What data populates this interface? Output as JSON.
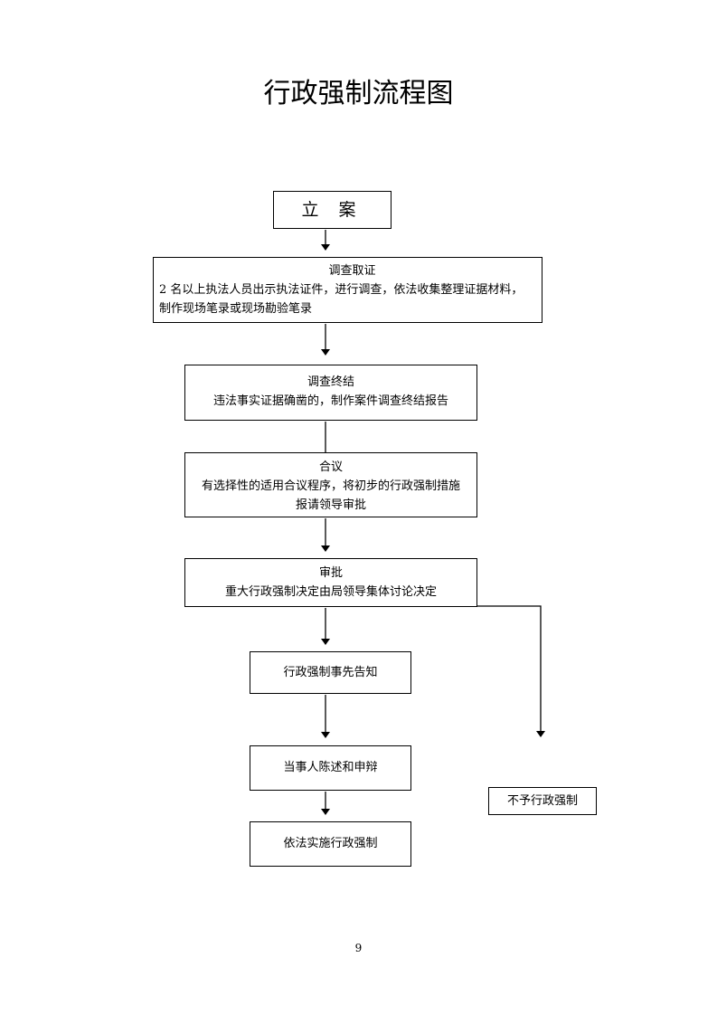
{
  "title": "行政强制流程图",
  "steps": {
    "lian": {
      "lines": [
        "立 案"
      ]
    },
    "diaocha": {
      "heading": "调查取证",
      "lines": [
        "2 名以上执法人员出示执法证件，进行调查，依法收集整理证据材料，",
        "制作现场笔录或现场勘验笔录"
      ]
    },
    "zhongjie": {
      "heading": "调查终结",
      "lines": [
        "违法事实证据确凿的，制作案件调查终结报告"
      ]
    },
    "heyi": {
      "heading": "合议",
      "lines": [
        "有选择性的适用合议程序，将初步的行政强制措施",
        "报请领导审批"
      ]
    },
    "shenpi": {
      "heading": "审批",
      "lines": [
        "重大行政强制决定由局领导集体讨论决定"
      ]
    },
    "gaozhi": {
      "label": "行政强制事先告知"
    },
    "chenshu": {
      "label": "当事人陈述和申辩"
    },
    "shishi": {
      "label": "依法实施行政强制"
    },
    "buyu": {
      "label": "不予行政强制"
    }
  },
  "page_number": "9"
}
